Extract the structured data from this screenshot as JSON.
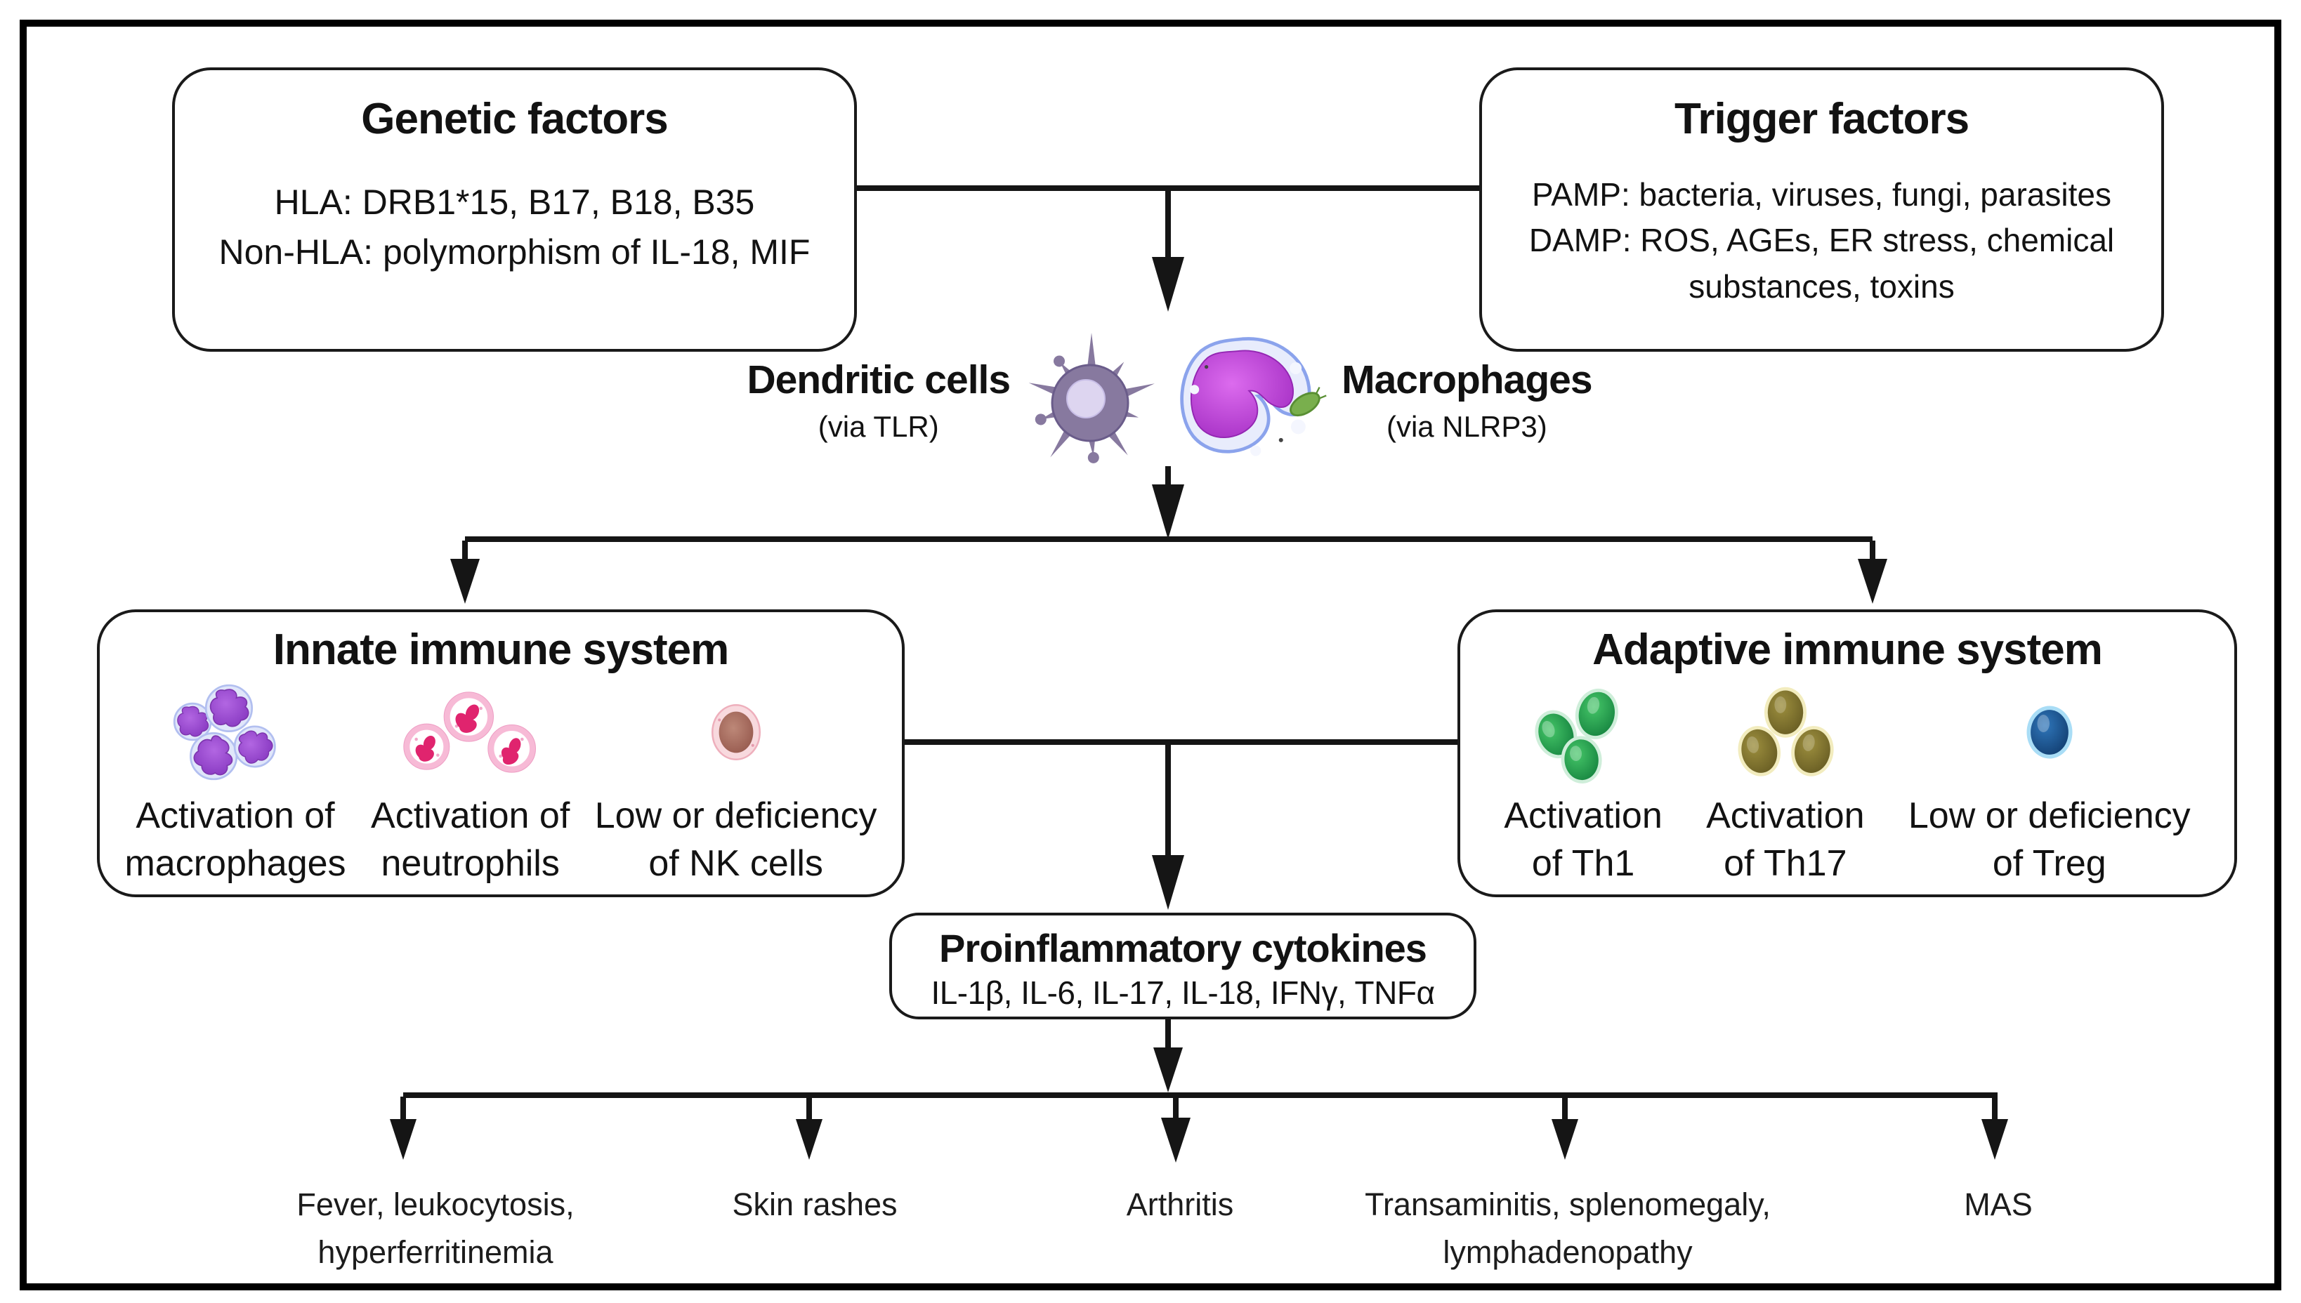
{
  "figure": {
    "background": "#ffffff",
    "line_color": "#151515"
  },
  "genetic_box": {
    "title": "Genetic factors",
    "lines": [
      "HLA: DRB1*15, B17, B18, B35",
      "Non-HLA: polymorphism of IL-18, MIF"
    ]
  },
  "trigger_box": {
    "title": "Trigger factors",
    "lines": [
      "PAMP: bacteria, viruses, fungi, parasites",
      "DAMP: ROS, AGEs, ER stress, chemical",
      "substances, toxins"
    ]
  },
  "apc_row": {
    "dendritic": {
      "label": "Dendritic cells",
      "sublabel": "(via TLR)"
    },
    "macrophage": {
      "label": "Macrophages",
      "sublabel": "(via NLRP3)"
    }
  },
  "innate_box": {
    "title": "Innate immune system",
    "items": [
      {
        "icon": "macrophages-cluster-icon",
        "lines": [
          "Activation of",
          "macrophages"
        ]
      },
      {
        "icon": "neutrophils-icon",
        "lines": [
          "Activation of",
          "neutrophils"
        ]
      },
      {
        "icon": "nk-cell-icon",
        "lines": [
          "Low or deficiency",
          "of NK cells"
        ]
      }
    ]
  },
  "adaptive_box": {
    "title": "Adaptive immune system",
    "items": [
      {
        "icon": "th1-cells-icon",
        "lines": [
          "Activation",
          "of Th1"
        ]
      },
      {
        "icon": "th17-cells-icon",
        "lines": [
          "Activation",
          "of Th17"
        ]
      },
      {
        "icon": "treg-cell-icon",
        "lines": [
          "Low or deficiency",
          "of Treg"
        ]
      }
    ]
  },
  "cytokines_box": {
    "title": "Proinflammatory cytokines",
    "list": "IL-1β, IL-6, IL-17, IL-18, IFNγ, TNFα"
  },
  "outcomes": [
    {
      "lines": [
        "Fever, leukocytosis,",
        "hyperferritinemia"
      ]
    },
    {
      "lines": [
        "Skin rashes"
      ]
    },
    {
      "lines": [
        "Arthritis"
      ]
    },
    {
      "lines": [
        "Transaminitis, splenomegaly,",
        "lymphadenopathy"
      ]
    },
    {
      "lines": [
        "MAS"
      ]
    }
  ],
  "icon_colors": {
    "dendritic_body": "#87799f",
    "dendritic_nucleus": "#ddd5f0",
    "macrophage_rim": "#e8ecfc",
    "macrophage_nucleus": "#b93fd4",
    "bacterium_green": "#79af4d",
    "innate_macrophage_purple": "#9a48cc",
    "neutrophil_ring": "#f7bad6",
    "neutrophil_nucleus": "#e0246e",
    "nk_cell_brown": "#a3685c",
    "th1_green": "#2aa351",
    "th17_olive": "#857931",
    "treg_blue": "#1d5a9e"
  }
}
